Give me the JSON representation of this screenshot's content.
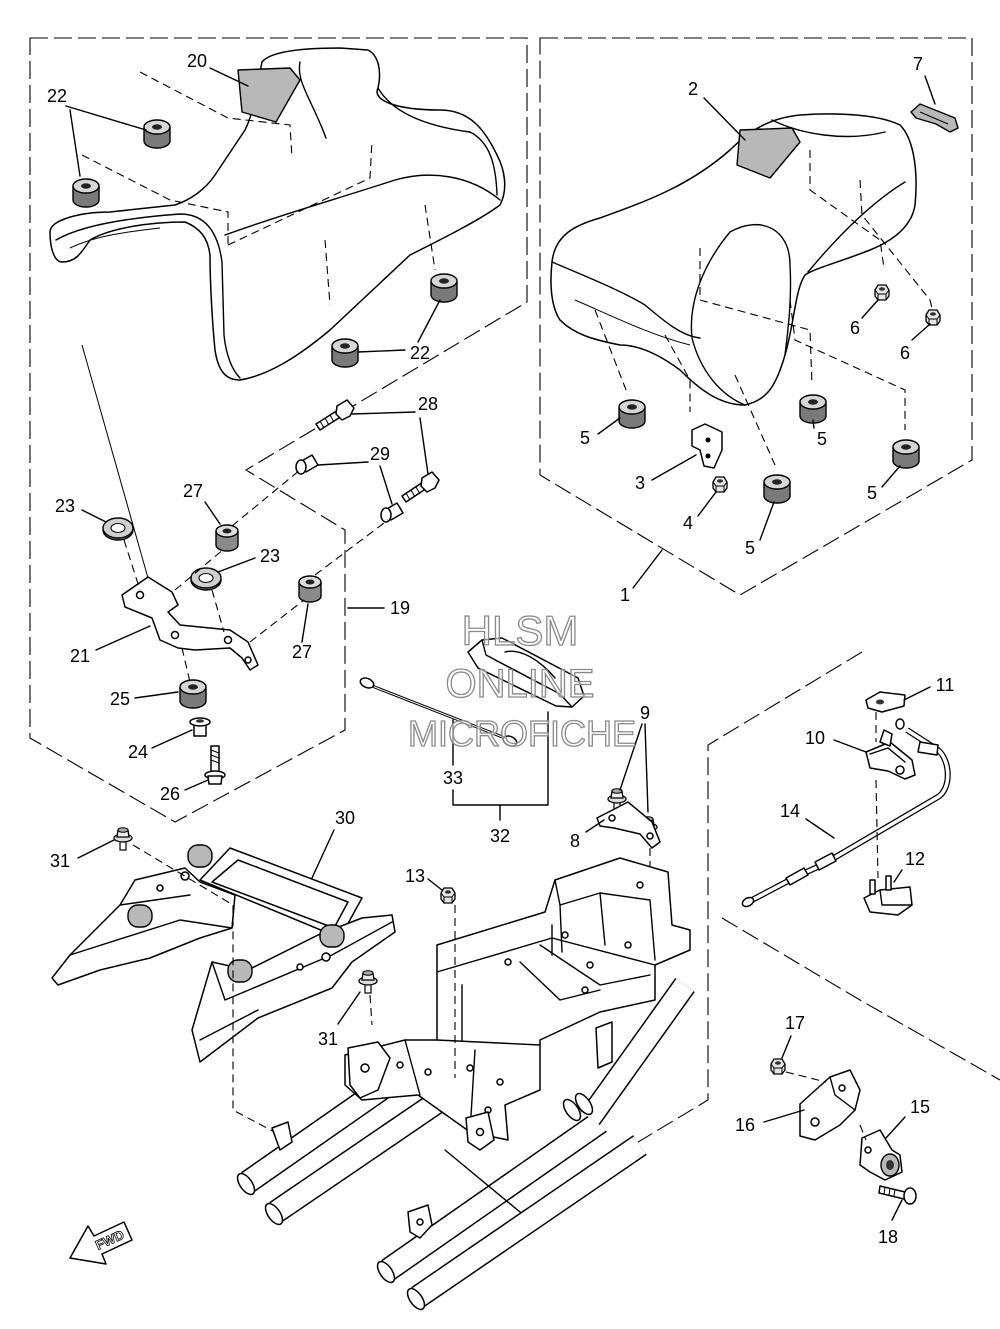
{
  "diagram": {
    "watermark": {
      "line1": "HLSM",
      "line2": "ONLINE",
      "line3": "MICROFICHE"
    },
    "fwd_label": "FWD",
    "callouts": [
      "1",
      "2",
      "3",
      "4",
      "5",
      "5",
      "5",
      "5",
      "6",
      "6",
      "7",
      "8",
      "9",
      "10",
      "11",
      "12",
      "13",
      "14",
      "15",
      "16",
      "17",
      "18",
      "19",
      "20",
      "21",
      "22",
      "22",
      "23",
      "23",
      "24",
      "25",
      "26",
      "27",
      "27",
      "28",
      "29",
      "30",
      "31",
      "31",
      "32",
      "33"
    ]
  },
  "colors": {
    "line": "#000000",
    "watermark": "#8a8a8a",
    "background": "#ffffff"
  }
}
